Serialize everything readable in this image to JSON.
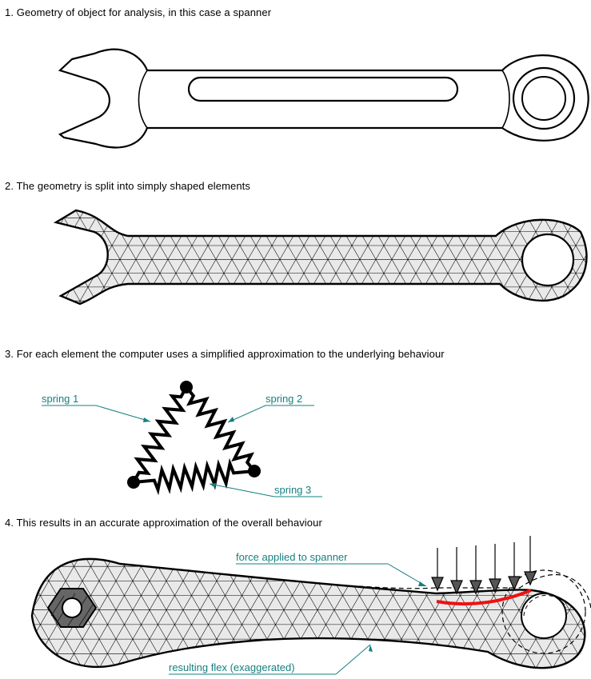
{
  "steps": [
    "1. Geometry of object for analysis, in this case a spanner",
    "2. The geometry is split into simply shaped elements",
    "3. For each element the computer uses a simplified approximation to the underlying behaviour",
    "4. This results in an accurate approximation of the overall behaviour"
  ],
  "labels": {
    "spring1": "spring 1",
    "spring2": "spring 2",
    "spring3": "spring 3",
    "force": "force applied to spanner",
    "flex": "resulting flex (exaggerated)"
  },
  "colors": {
    "label_teal": "#157f7f",
    "mesh_fill": "#e9e9e9",
    "flex_red": "#ee1111",
    "nut_gray": "#666666"
  }
}
